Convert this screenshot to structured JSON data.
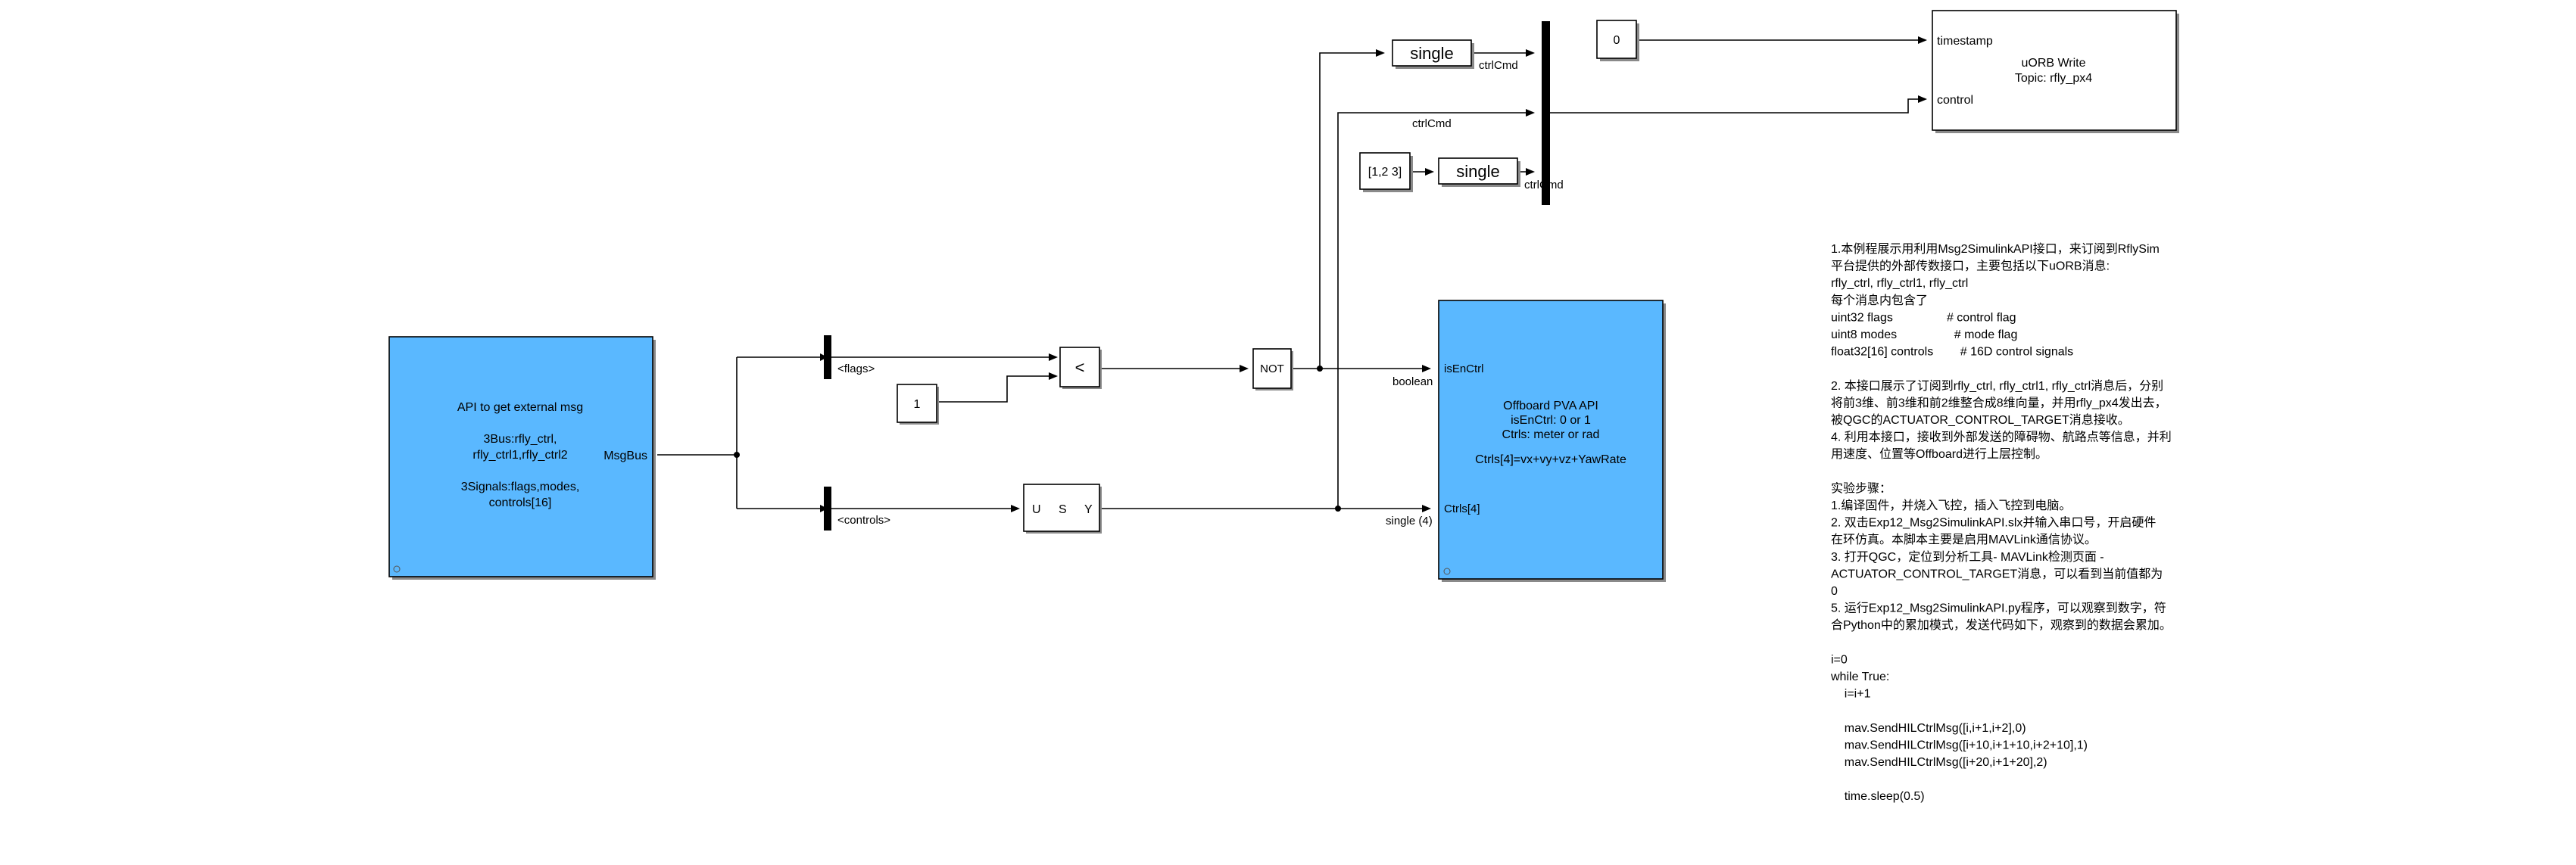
{
  "blocks": {
    "api_msg": {
      "lines": [
        "API to get external msg",
        "",
        "3Bus:rfly_ctrl,",
        "rfly_ctrl1,rfly_ctrl2",
        "",
        "3Signals:flags,modes,",
        "controls[16]"
      ],
      "port_out": "MsgBus"
    },
    "selector_flags": "<flags>",
    "selector_controls": "<controls>",
    "const_one": "1",
    "compare": "<",
    "logic_not": "NOT",
    "usy": {
      "u": "U",
      "s": "S",
      "y": "Y"
    },
    "offboard": {
      "lines": [
        "Offboard PVA API",
        "isEnCtrl: 0 or 1",
        "Ctrls: meter or rad",
        "",
        "Ctrls[4]=vx+vy+vz+YawRate"
      ],
      "port_in1": "isEnCtrl",
      "port_in2": "Ctrls[4]"
    },
    "single1": "single",
    "single2": "single",
    "const_vec": "[1,2 3]",
    "const_zero": "0",
    "uorb": {
      "title": "uORB Write",
      "topic": "Topic: rfly_px4",
      "port_in1": "timestamp",
      "port_in2": "control"
    }
  },
  "signal_labels": {
    "boolean": "boolean",
    "single4": "single (4)",
    "ctrlcmd1": "ctrlCmd",
    "ctrlcmd2": "ctrlCmd",
    "ctrlcmd3": "ctrlCmd"
  },
  "notes": [
    "1.本例程展示用利用Msg2SimulinkAPI接口，来订阅到RflySim",
    "平台提供的外部传数接口，主要包括以下uORB消息:",
    "rfly_ctrl, rfly_ctrl1, rfly_ctrl",
    "每个消息内包含了",
    "uint32 flags                # control flag",
    "uint8 modes                 # mode flag",
    "float32[16] controls        # 16D control signals",
    "",
    "2. 本接口展示了订阅到rfly_ctrl, rfly_ctrl1, rfly_ctrl消息后，分别",
    "将前3维、前3维和前2维整合成8维向量，并用rfly_px4发出去，",
    "被QGC的ACTUATOR_CONTROL_TARGET消息接收。",
    "4. 利用本接口，接收到外部发送的障碍物、航路点等信息，并利",
    "用速度、位置等Offboard进行上层控制。",
    "",
    "实验步骤：",
    "1.编译固件，并烧入飞控，插入飞控到电脑。",
    "2. 双击Exp12_Msg2SimulinkAPI.slx并输入串口号，开启硬件",
    "在环仿真。本脚本主要是启用MAVLink通信协议。",
    "3. 打开QGC，定位到分析工具- MAVLink检测页面 -",
    "ACTUATOR_CONTROL_TARGET消息，可以看到当前值都为",
    "0",
    "5. 运行Exp12_Msg2SimulinkAPI.py程序，可以观察到数字，符",
    "合Python中的累加模式，发送代码如下，观察到的数据会累加。",
    "",
    "i=0",
    "while True:",
    "    i=i+1",
    "",
    "    mav.SendHILCtrlMsg([i,i+1,i+2],0)",
    "    mav.SendHILCtrlMsg([i+10,i+1+10,i+2+10],1)",
    "    mav.SendHILCtrlMsg([i+20,i+1+20],2)",
    "",
    "    time.sleep(0.5)"
  ]
}
